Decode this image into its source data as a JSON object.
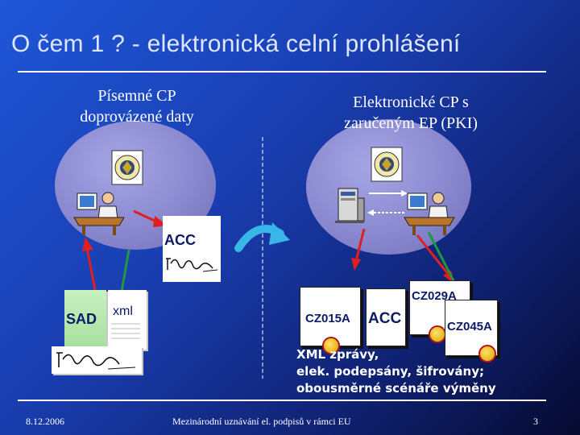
{
  "title": "O čem 1 ? - elektronická celní prohlášení",
  "left_panel": {
    "caption_line1": "Písemné CP",
    "caption_line2": "doprovázené daty"
  },
  "right_panel": {
    "caption_line1": "Elektronické CP s",
    "caption_line2": "zaručeným EP (PKI)"
  },
  "documents": {
    "acc_label": "ACC",
    "sad_label": "SAD",
    "xml_label": "xml",
    "scroll_cz015": "CZ015A",
    "scroll_acc": "ACC",
    "scroll_cz029": "CZ029A",
    "scroll_cz045": "CZ045A"
  },
  "note": {
    "line1": "XML zprávy,",
    "line2": "elek. podepsány, šifrovány;",
    "line3": "obousměrné scénáře výměny"
  },
  "footer": {
    "date": "8.12.2006",
    "center": "Mezinárodní uznávání el. podpisů v rámci EU",
    "page": "3"
  },
  "colors": {
    "background_light": "#1e56d8",
    "background_dark": "#060a30",
    "arrow_red": "#e21e1e",
    "arrow_green": "#1f9a3a",
    "curved_arrow": "#38b6e8"
  },
  "icons": [
    "customs-emblem-icon",
    "officer-at-desk-icon",
    "server-computer-icon",
    "signature-icon",
    "wax-seal-icon"
  ]
}
